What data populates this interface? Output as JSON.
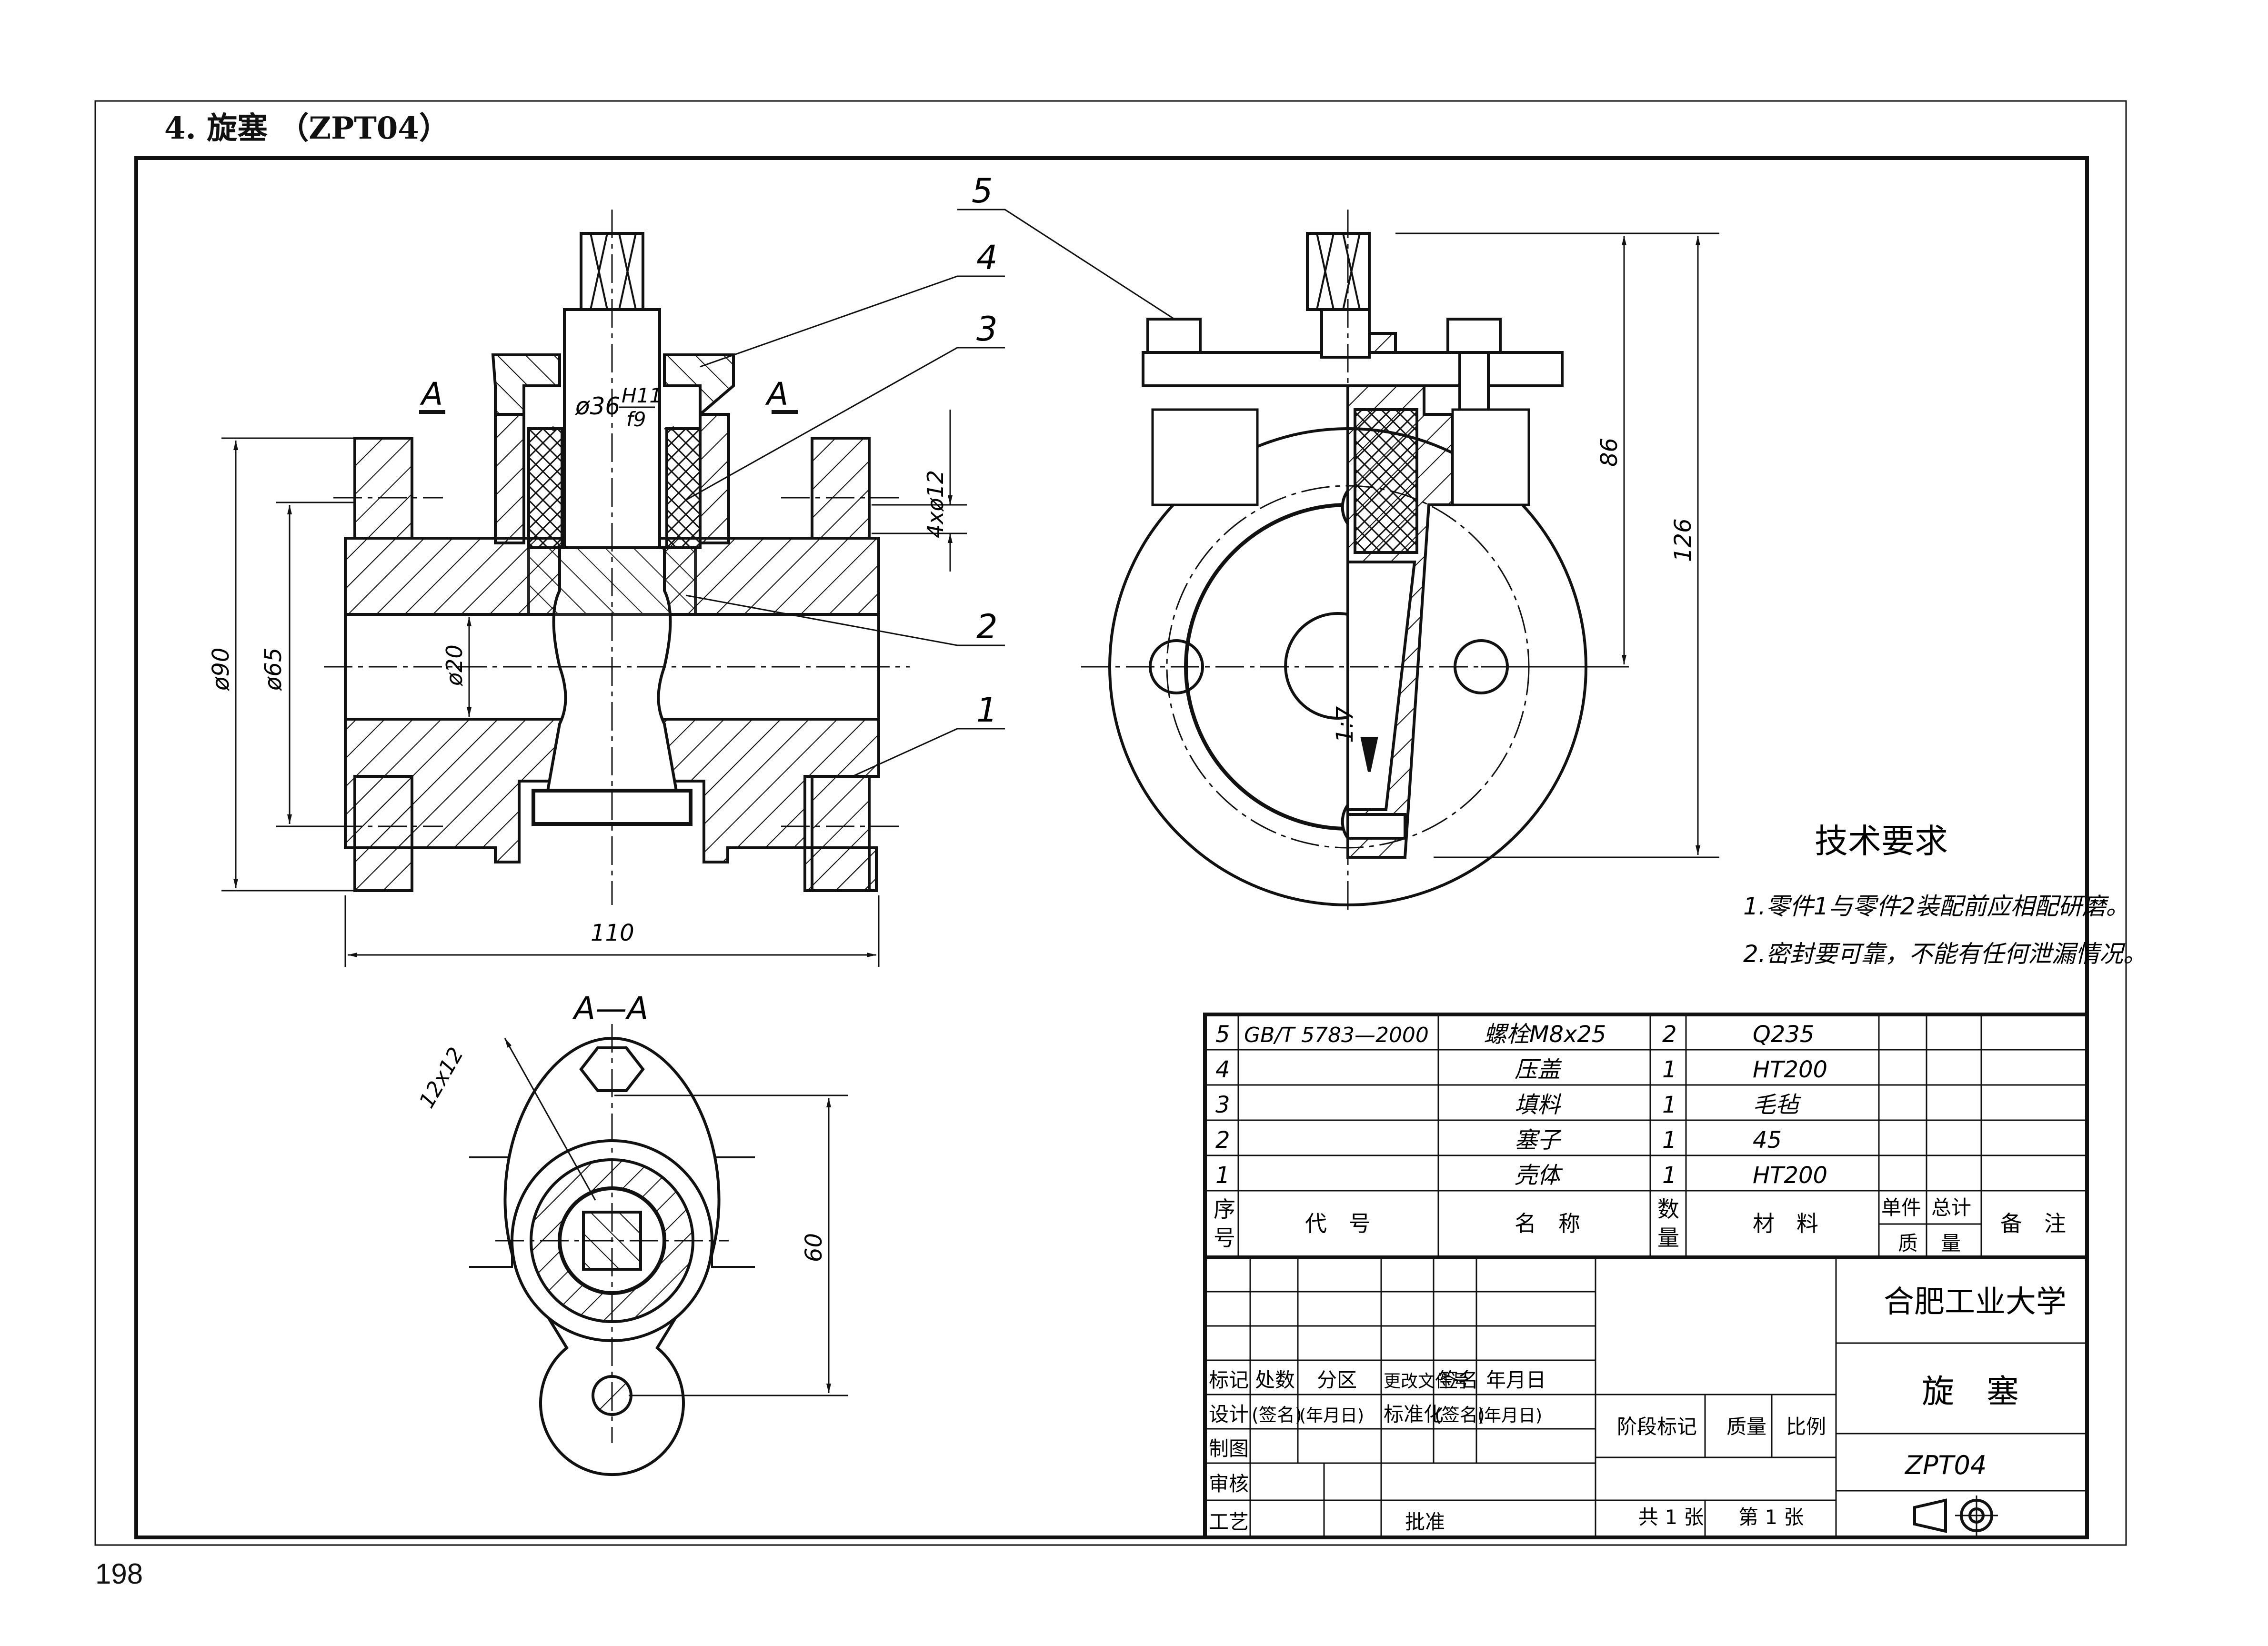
{
  "header": {
    "number": "4.",
    "title": "旋塞",
    "code": "（ZPT04）"
  },
  "page_number": "198",
  "views": {
    "section_label": "A",
    "section_view_title": "A—A"
  },
  "dimensions": {
    "d_fit": "ø36",
    "fit_num": "H11",
    "fit_den": "f9",
    "holes": "4xø12",
    "d90": "ø90",
    "d65": "ø65",
    "d20": "ø20",
    "len110": "110",
    "h86": "86",
    "h126": "126",
    "taper": "1:7",
    "sq": "12x12",
    "h60": "60"
  },
  "balloons": [
    "1",
    "2",
    "3",
    "4",
    "5"
  ],
  "tech_req": {
    "title": "技术要求",
    "items": [
      "1.零件1与零件2装配前应相配研磨。",
      "2.密封要可靠，不能有任何泄漏情况。"
    ]
  },
  "bom": {
    "rows": [
      {
        "no": "5",
        "code": "GB/T 5783—2000",
        "name": "螺栓M8x25",
        "qty": "2",
        "material": "Q235"
      },
      {
        "no": "4",
        "code": "",
        "name": "压盖",
        "qty": "1",
        "material": "HT200"
      },
      {
        "no": "3",
        "code": "",
        "name": "填料",
        "qty": "1",
        "material": "毛毡"
      },
      {
        "no": "2",
        "code": "",
        "name": "塞子",
        "qty": "1",
        "material": "45"
      },
      {
        "no": "1",
        "code": "",
        "name": "壳体",
        "qty": "1",
        "material": "HT200"
      }
    ],
    "header": {
      "no1": "序",
      "no2": "号",
      "code": "代　号",
      "name": "名　称",
      "qty1": "数",
      "qty2": "量",
      "material": "材　料",
      "unit1": "单件",
      "unit2": "总计",
      "mass1": "质",
      "mass2": "量",
      "remark": "备　注"
    }
  },
  "title_block": {
    "school": "合肥工业大学",
    "drawing_name": "旋　塞",
    "drawing_code": "ZPT04",
    "row_a": [
      "标记",
      "处数",
      "分区",
      "更改文件号",
      "签名",
      "年月日"
    ],
    "row_b": [
      "设计",
      "(签名)",
      "(年月日)",
      "标准化",
      "(签名)",
      "(年月日)"
    ],
    "drawn": "制图",
    "check": "审核",
    "process": "工艺",
    "approve": "批准",
    "stage": "阶段标记",
    "mass": "质量",
    "scale": "比例",
    "sheets": "共 1 张",
    "sheet": "第 1 张"
  }
}
